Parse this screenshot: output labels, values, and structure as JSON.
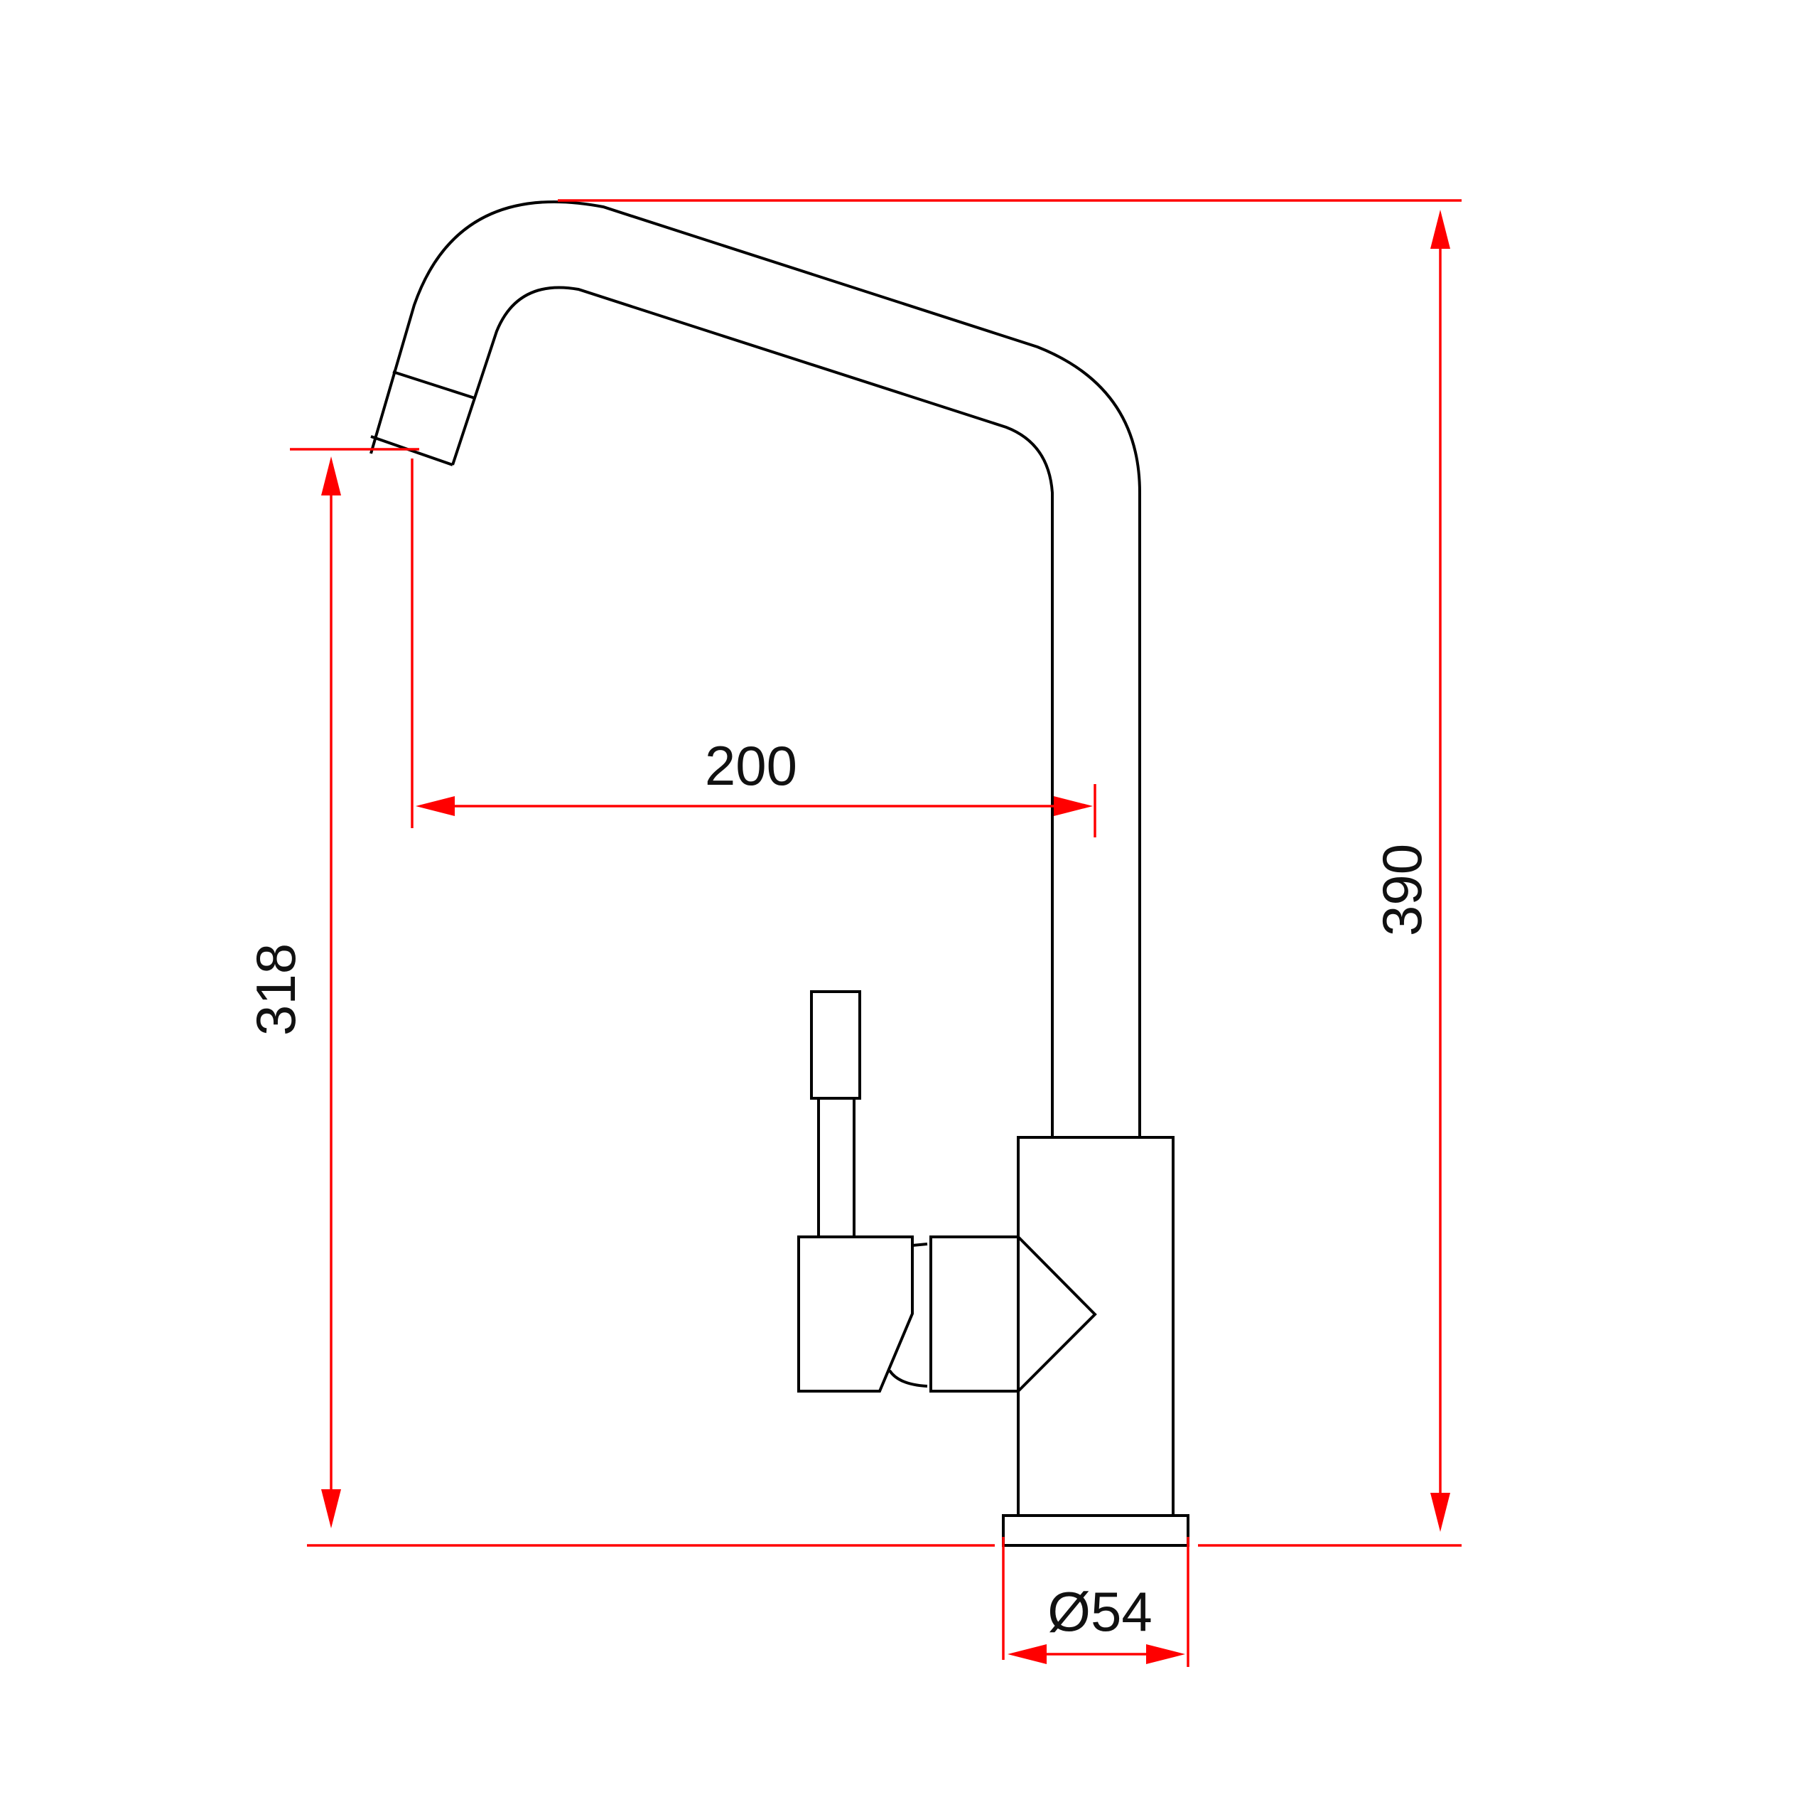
{
  "dimensions": {
    "spout_reach": "200",
    "spout_height": "318",
    "total_height": "390",
    "base_diameter": "Ø54"
  },
  "colors": {
    "outline": "#000000",
    "dimension": "#ff0000",
    "background": "#ffffff"
  }
}
